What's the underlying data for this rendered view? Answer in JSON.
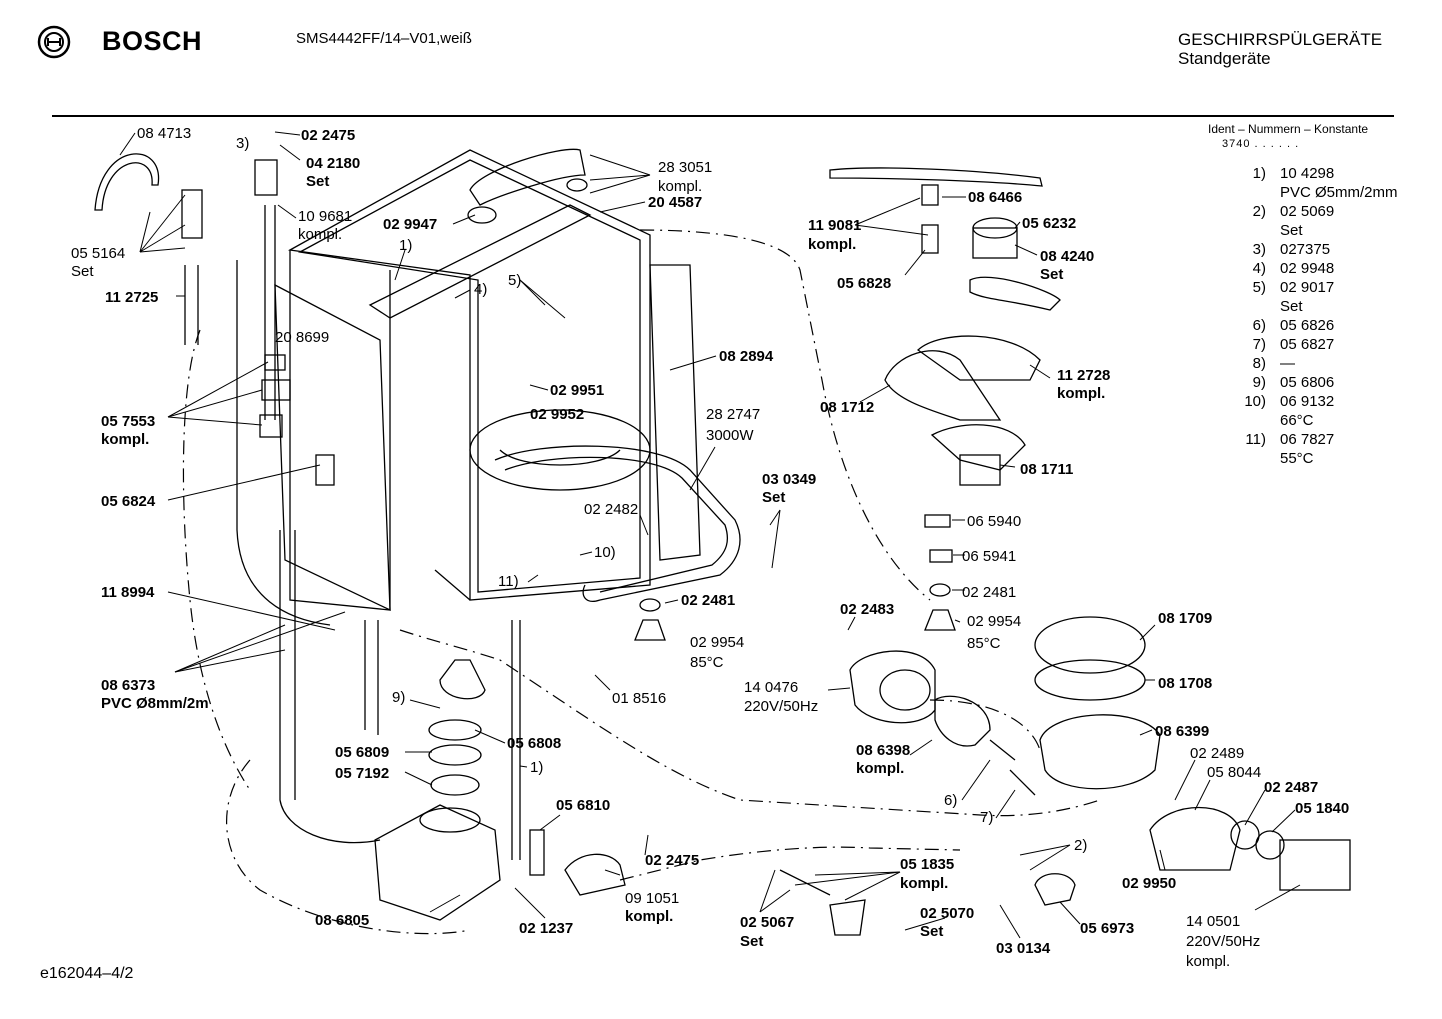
{
  "header": {
    "brand": "BOSCH",
    "model": "SMS4442FF/14–V01,weiß",
    "category_line1": "GESCHIRRSPÜLGERÄTE",
    "category_line2": "Standgeräte"
  },
  "ident": {
    "title": "Ident – Nummern – Konstante",
    "constant": "3740 . . . . . ."
  },
  "legend": [
    {
      "num": "1)",
      "lines": [
        "10 4298",
        "PVC Ø5mm/2mm"
      ]
    },
    {
      "num": "2)",
      "lines": [
        "02 5069",
        "Set"
      ]
    },
    {
      "num": "3)",
      "lines": [
        "027375"
      ]
    },
    {
      "num": "4)",
      "lines": [
        "02 9948"
      ]
    },
    {
      "num": "5)",
      "lines": [
        "02 9017",
        "Set"
      ]
    },
    {
      "num": "6)",
      "lines": [
        "05 6826"
      ]
    },
    {
      "num": "7)",
      "lines": [
        "05 6827"
      ]
    },
    {
      "num": "8)",
      "lines": [
        "—"
      ]
    },
    {
      "num": "9)",
      "lines": [
        "05 6806"
      ]
    },
    {
      "num": "10)",
      "lines": [
        "06 9132",
        "66°C"
      ]
    },
    {
      "num": "11)",
      "lines": [
        "06 7827",
        "55°C"
      ]
    }
  ],
  "parts": {
    "p084713": "08 4713",
    "p022475a": "02 2475",
    "p3": "3)",
    "p042180": "04 2180",
    "set": "Set",
    "p055164": "05 5164",
    "p109681": "10 9681",
    "kompl": "kompl.",
    "kompl_b": "kompl.",
    "p112725": "11 2725",
    "p283051": "28 3051",
    "p204587": "20 4587",
    "p029947": "02 9947",
    "p1a": "1)",
    "p4": "4)",
    "p5": "5)",
    "p208699": "20 8699",
    "p082894": "08 2894",
    "p029951": "02 9951",
    "p029952": "02 9952",
    "p057553": "05 7553",
    "p282747": "28 2747",
    "w3000": "3000W",
    "p056824": "05 6824",
    "p022482": "02 2482",
    "p10": "10)",
    "p11": "11)",
    "p118994": "11 8994",
    "p022481a": "02 2481",
    "p029954a": "02 9954",
    "c85": "85°C",
    "p086373": "08 6373",
    "pvc8": "PVC Ø8mm/2m",
    "p018516": "01 8516",
    "p9": "9)",
    "p056809": "05 6809",
    "p056808": "05 6808",
    "p057192": "05 7192",
    "p1b": "1)",
    "p056810": "05 6810",
    "p022475b": "02 2475",
    "p086805": "08 6805",
    "p021237": "02 1237",
    "p091051": "09 1051",
    "p119081": "11 9081",
    "p086466": "08 6466",
    "p056232": "05 6232",
    "p084240": "08 4240",
    "p056828": "05 6828",
    "p112728": "11 2728",
    "p081712": "08 1712",
    "p081711": "08 1711",
    "p030349": "03 0349",
    "p065940": "06 5940",
    "p065941": "06 5941",
    "p022481b": "02 2481",
    "p022483": "02 2483",
    "p029954b": "02 9954",
    "p081709": "08 1709",
    "p081708": "08 1708",
    "p140476": "14 0476",
    "v220a": "220V/50Hz",
    "p086399": "08 6399",
    "p086398": "08 6398",
    "p022489": "02 2489",
    "p058044": "05 8044",
    "p022487": "02 2487",
    "p051840": "05 1840",
    "p6": "6)",
    "p7": "7)",
    "p2": "2)",
    "p029950": "02 9950",
    "p051835": "05 1835",
    "p025067": "02 5067",
    "p025070": "02 5070",
    "p030134": "03 0134",
    "p056973": "05 6973",
    "p140501": "14 0501",
    "v220b": "220V/50Hz"
  },
  "footer": {
    "code": "e162044–4/2"
  }
}
